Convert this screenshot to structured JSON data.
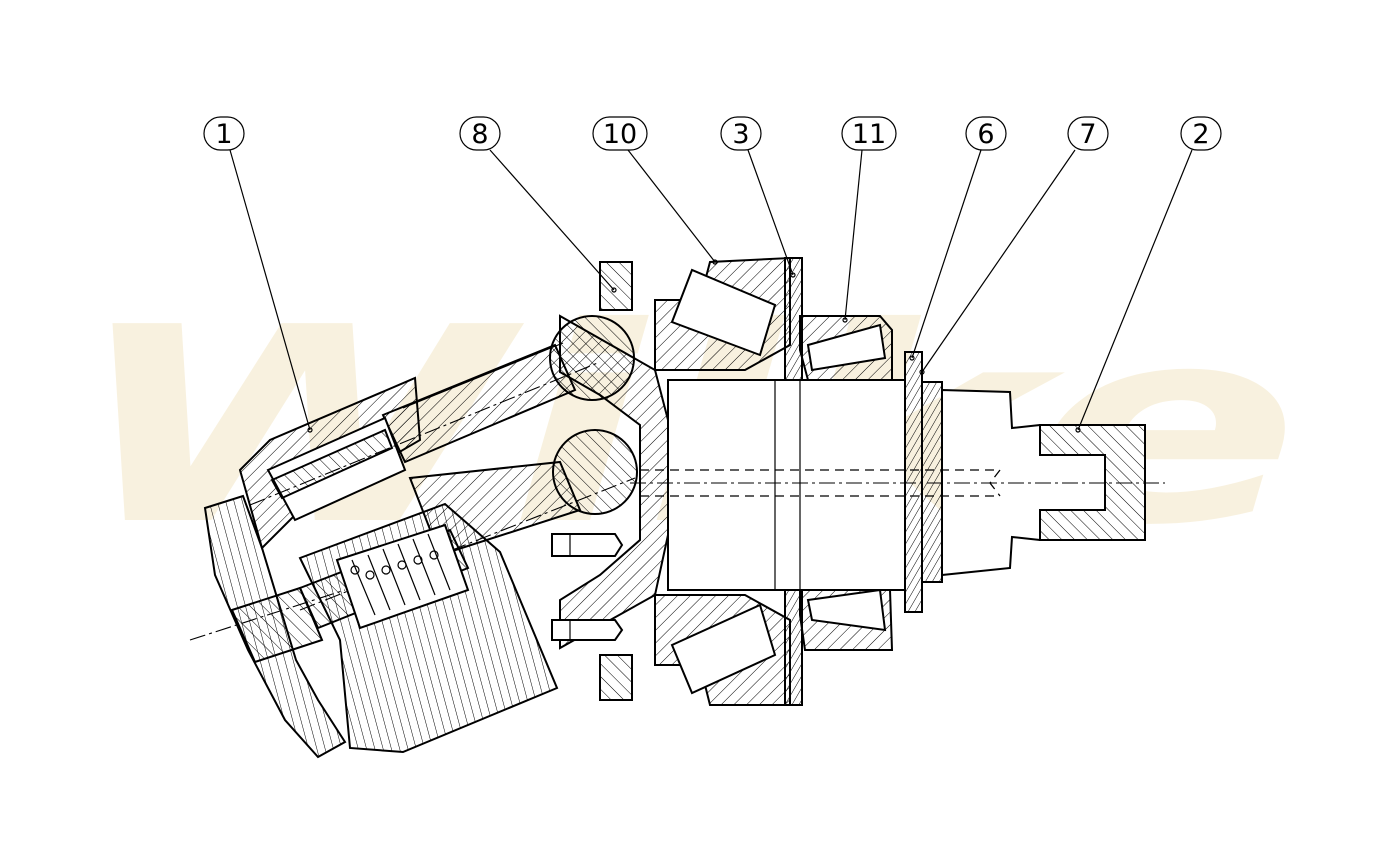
{
  "diagram": {
    "watermark": "Wilke",
    "callouts": [
      {
        "label": "1"
      },
      {
        "label": "8"
      },
      {
        "label": "10"
      },
      {
        "label": "3"
      },
      {
        "label": "11"
      },
      {
        "label": "6"
      },
      {
        "label": "7"
      },
      {
        "label": "2"
      }
    ]
  }
}
